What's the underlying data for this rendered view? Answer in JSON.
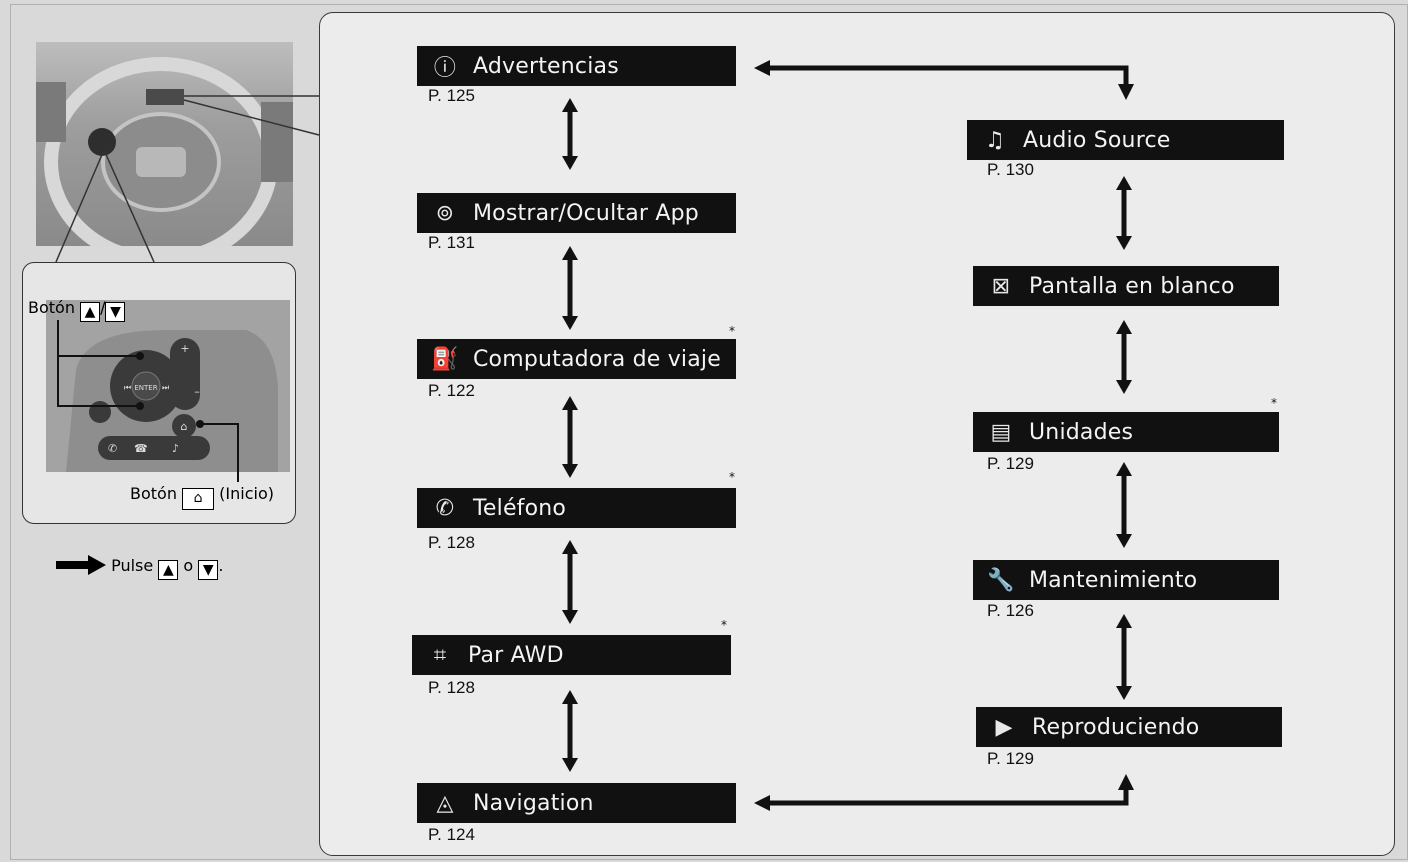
{
  "legend": {
    "button_label_prefix": "Botón",
    "button_label_symbols": "▲/▼",
    "home_label_prefix": "Botón",
    "home_label_suffix": "(Inicio)",
    "press_prefix": "Pulse",
    "press_or": "o",
    "press_suffix": ".",
    "up_symbol": "▲",
    "down_symbol": "▼",
    "home_symbol": "⌂"
  },
  "controls": {
    "enter": "ENTER",
    "plus": "+",
    "minus": "–"
  },
  "left_column": [
    {
      "label": "Advertencias",
      "page": "P. 125",
      "icon": "info-icon",
      "asterisk": ""
    },
    {
      "label": "Mostrar/Ocultar App",
      "page": "P. 131",
      "icon": "apps-icon",
      "asterisk": ""
    },
    {
      "label": "Computadora de viaje",
      "page": "P. 122",
      "icon": "fuel-icon",
      "asterisk": "*"
    },
    {
      "label": "Teléfono",
      "page": "P. 128",
      "icon": "phone-icon",
      "asterisk": "*"
    },
    {
      "label": "Par AWD",
      "page": "P. 128",
      "icon": "awd-icon",
      "asterisk": "*"
    },
    {
      "label": "Navigation",
      "page": "P. 124",
      "icon": "compass-icon",
      "asterisk": ""
    }
  ],
  "right_column": [
    {
      "label": "Audio Source",
      "page": "P. 130",
      "icon": "music-note-icon",
      "asterisk": ""
    },
    {
      "label": "Pantalla en blanco",
      "page": "",
      "icon": "blank-screen-icon",
      "asterisk": ""
    },
    {
      "label": "Unidades",
      "page": "P. 129",
      "icon": "units-icon",
      "asterisk": "*"
    },
    {
      "label": "Mantenimiento",
      "page": "P. 126",
      "icon": "wrench-icon",
      "asterisk": ""
    },
    {
      "label": "Reproduciendo",
      "page": "P. 129",
      "icon": "play-icon",
      "asterisk": ""
    }
  ],
  "icons": {
    "info-icon": "ⓘ",
    "apps-icon": "⊚",
    "fuel-icon": "⛽",
    "phone-icon": "✆",
    "awd-icon": "⌗",
    "compass-icon": "◬",
    "music-note-icon": "♫",
    "blank-screen-icon": "⊠",
    "units-icon": "▤",
    "wrench-icon": "🔧",
    "play-icon": "▶"
  },
  "colors": {
    "bar_bg": "#111111",
    "bar_text": "#f4f4f4",
    "panel_bg": "#ececec",
    "page_bg": "#d9d9d9"
  }
}
